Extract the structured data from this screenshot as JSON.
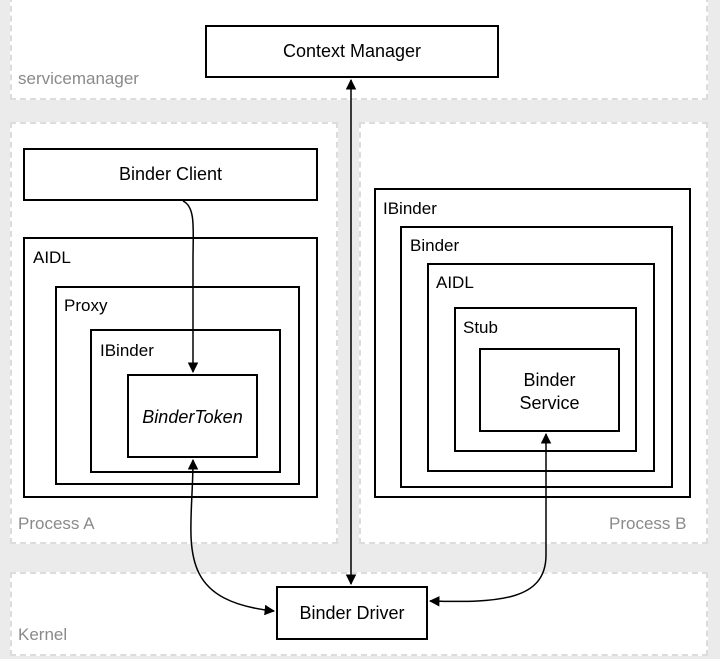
{
  "regions": {
    "servicemanager": "servicemanager",
    "process_a": "Process A",
    "process_b": "Process B",
    "kernel": "Kernel"
  },
  "nodes": {
    "context_manager": "Context Manager",
    "binder_client": "Binder Client",
    "binder_driver": "Binder Driver",
    "process_a": {
      "aidl": "AIDL",
      "proxy": "Proxy",
      "ibinder": "IBinder",
      "binder_token": "BinderToken"
    },
    "process_b": {
      "ibinder": "IBinder",
      "binder": "Binder",
      "aidl": "AIDL",
      "stub": "Stub",
      "binder_service_line1": "Binder",
      "binder_service_line2": "Service"
    }
  }
}
